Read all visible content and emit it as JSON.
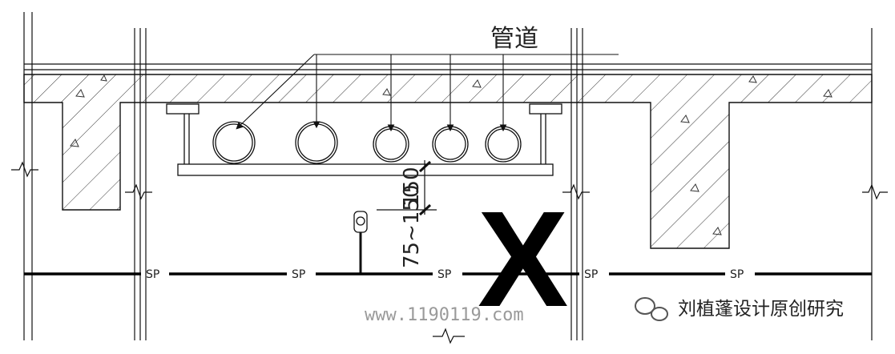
{
  "labels": {
    "pipe_label": "管道",
    "dim_upper": "150",
    "dim_lower": "75~150",
    "sp": "SP",
    "x_mark": "X"
  },
  "watermark": {
    "url": "www.1190119.com",
    "brand": "刘植蓬设计原创研究"
  },
  "colors": {
    "line": "#111111",
    "hatch": "#333333"
  }
}
